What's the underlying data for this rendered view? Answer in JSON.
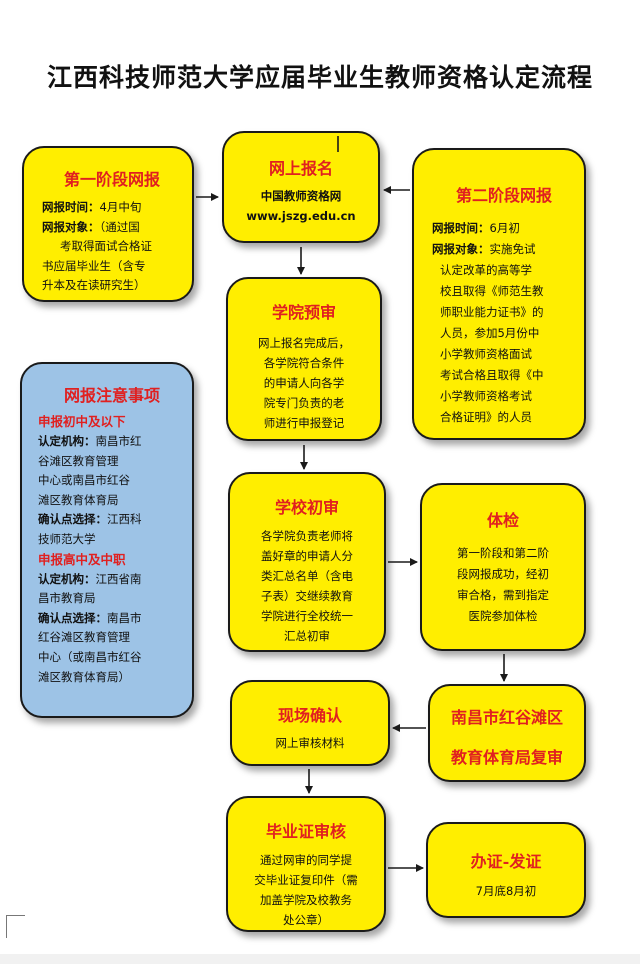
{
  "title": "江西科技师范大学应届毕业生教师资格认定流程",
  "stage1": {
    "title": "第一阶段网报",
    "time_key": "网报时间：",
    "time_val": "4月中旬",
    "target_key": "网报对象：",
    "target_line1": "（通过国",
    "target_line2": "考取得面试合格证",
    "target_line3": "书应届毕业生（含专",
    "target_line4": "升本及在读研究生）"
  },
  "online": {
    "title": "网上报名",
    "site": "中国教师资格网",
    "url": "www.jszg.edu.cn"
  },
  "stage2": {
    "title": "第二阶段网报",
    "time_key": "网报时间：",
    "time_val": "6月初",
    "target_key": "网报对象：",
    "target_line1": "实施免试",
    "target_line2": "认定改革的高等学",
    "target_line3": "校且取得《师范生教",
    "target_line4": "师职业能力证书》的",
    "target_line5": "人员，参加5月份中",
    "target_line6": "小学教师资格面试",
    "target_line7": "考试合格且取得《中",
    "target_line8": "小学教师资格考试",
    "target_line9": "合格证明》的人员"
  },
  "college": {
    "title": "学院预审",
    "line1": "网上报名完成后，",
    "line2": "各学院符合条件",
    "line3": "的申请人向各学",
    "line4": "院专门负责的老",
    "line5": "师进行申报登记"
  },
  "notice": {
    "title": "网报注意事项",
    "sec1": "申报初中及以下",
    "org_key": "认定机构：",
    "org1_line1": "南昌市红",
    "org1_line2": "谷滩区教育管理",
    "org1_line3": "中心或南昌市红谷",
    "org1_line4": "滩区教育体育局",
    "site_key": "确认点选择：",
    "site1_line1": "江西科",
    "site1_line2": "技师范大学",
    "sec2": "申报高中及中职",
    "org2_line1": "江西省南",
    "org2_line2": "昌市教育局",
    "site2_line1": "南昌市",
    "site2_line2": "红谷滩区教育管理",
    "site2_line3": "中心（或南昌市红谷",
    "site2_line4": "滩区教育体育局）"
  },
  "school": {
    "title": "学校初审",
    "line1": "各学院负责老师将",
    "line2": "盖好章的申请人分",
    "line3": "类汇总名单（含电",
    "line4": "子表）交继续教育",
    "line5": "学院进行全校统一",
    "line6": "汇总初审"
  },
  "exam": {
    "title": "体检",
    "line1": "第一阶段和第二阶",
    "line2": "段网报成功，经初",
    "line3": "审合格，需到指定",
    "line4": "医院参加体检"
  },
  "onsite": {
    "title": "现场确认",
    "line1": "网上审核材料"
  },
  "review": {
    "line1": "南昌市红谷滩区",
    "line2": "教育体育局复审"
  },
  "diploma": {
    "title": "毕业证审核",
    "line1": "通过网审的同学提",
    "line2": "交毕业证复印件（需",
    "line3": "加盖学院及校教务",
    "line4": "处公章）"
  },
  "issue": {
    "title": "办证-发证",
    "line1": "7月底8月初"
  }
}
